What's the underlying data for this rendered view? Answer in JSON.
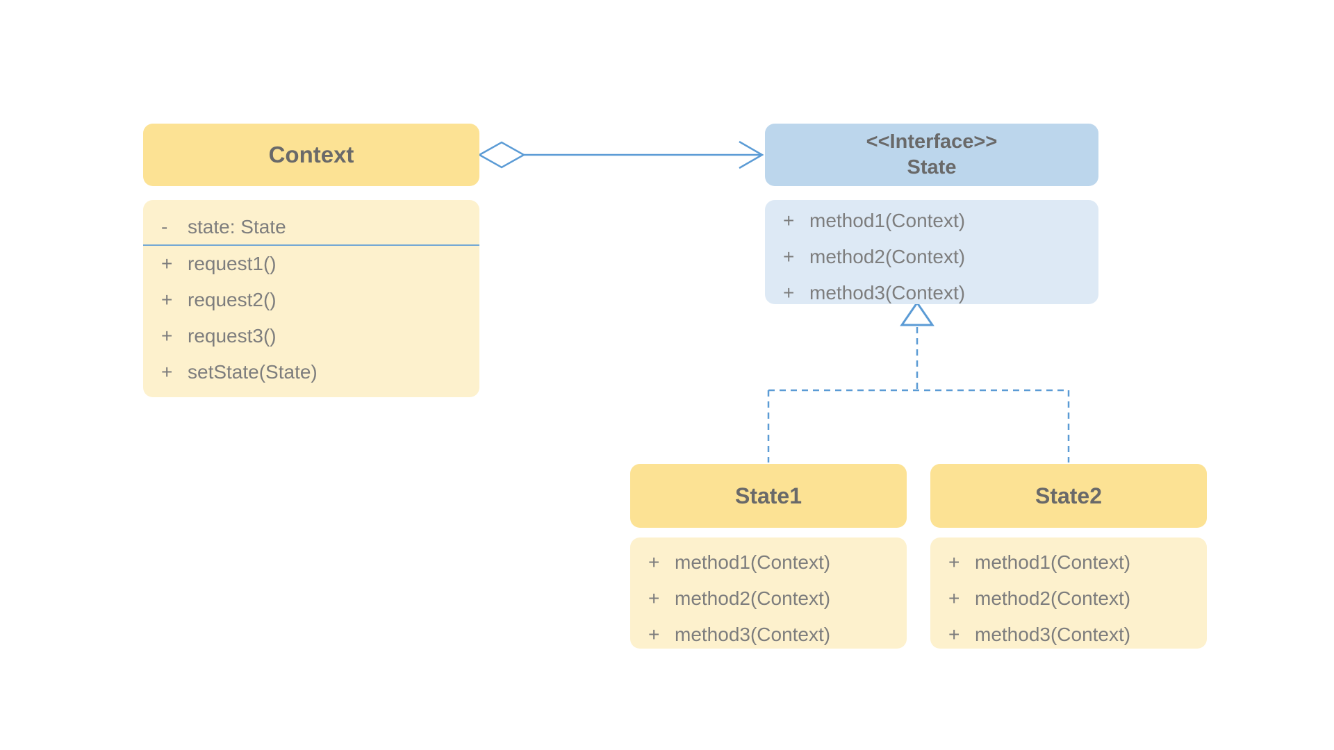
{
  "colors": {
    "accent_blue": "#5B9BD5",
    "header_yellow": "#FCE294",
    "body_yellow": "#FDF1CD",
    "header_blue": "#BCD6EC",
    "body_blue": "#DDE9F5",
    "header_text": "#696969",
    "member_text": "#7D7D7D",
    "canvas_bg": "#FFFFFF"
  },
  "classes": {
    "context": {
      "name": "Context",
      "attributes": [
        {
          "visibility": "-",
          "text": "state: State"
        }
      ],
      "methods": [
        {
          "visibility": "+",
          "text": "request1()"
        },
        {
          "visibility": "+",
          "text": "request2()"
        },
        {
          "visibility": "+",
          "text": "request3()"
        },
        {
          "visibility": "+",
          "text": "setState(State)"
        }
      ]
    },
    "state_interface": {
      "stereotype": "<<Interface>>",
      "name": "State",
      "methods": [
        {
          "visibility": "+",
          "text": "method1(Context)"
        },
        {
          "visibility": "+",
          "text": "method2(Context)"
        },
        {
          "visibility": "+",
          "text": "method3(Context)"
        }
      ]
    },
    "state1": {
      "name": "State1",
      "methods": [
        {
          "visibility": "+",
          "text": "method1(Context)"
        },
        {
          "visibility": "+",
          "text": "method2(Context)"
        },
        {
          "visibility": "+",
          "text": "method3(Context)"
        }
      ]
    },
    "state2": {
      "name": "State2",
      "methods": [
        {
          "visibility": "+",
          "text": "method1(Context)"
        },
        {
          "visibility": "+",
          "text": "method2(Context)"
        },
        {
          "visibility": "+",
          "text": "method3(Context)"
        }
      ]
    }
  },
  "relationships": [
    {
      "type": "aggregation",
      "from": "Context",
      "to": "State"
    },
    {
      "type": "realization",
      "from": "State1",
      "to": "State"
    },
    {
      "type": "realization",
      "from": "State2",
      "to": "State"
    }
  ]
}
